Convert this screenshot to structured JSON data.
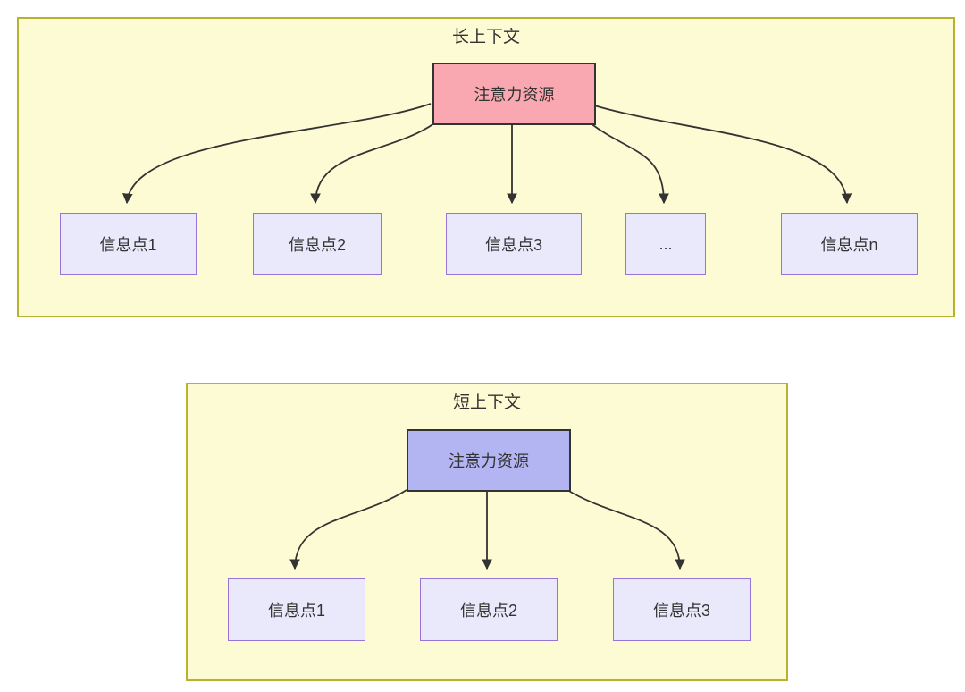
{
  "colors": {
    "section-fill": "#fcfbd3",
    "section-border": "#b9b22f",
    "long-root-fill": "#f9a8b1",
    "short-root-fill": "#b3b4f2",
    "root-border": "#333333",
    "child-fill": "#e9e9fb",
    "child-border": "#9873d8",
    "arrow-color": "#333333",
    "text-color": "#333333"
  },
  "sections": [
    {
      "title": "长上下文",
      "root": {
        "label": "注意力资源"
      },
      "children": [
        "信息点1",
        "信息点2",
        "信息点3",
        "...",
        "信息点n"
      ]
    },
    {
      "title": "短上下文",
      "root": {
        "label": "注意力资源"
      },
      "children": [
        "信息点1",
        "信息点2",
        "信息点3"
      ]
    }
  ]
}
